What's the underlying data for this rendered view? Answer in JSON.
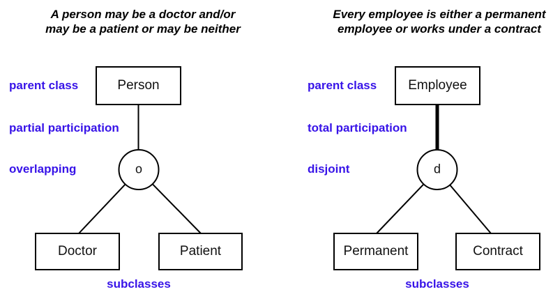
{
  "figure": {
    "background": "#ffffff",
    "accent_color": "#3713e8",
    "line_color": "#000000"
  },
  "diagrams": [
    {
      "caption_line1": "A person may be a doctor and/or",
      "caption_line2": "may be a patient or may be neither",
      "parent_label": "parent class",
      "parent_class": "Person",
      "participation_label": "partial participation",
      "participation_line": "thin",
      "constraint_label": "overlapping",
      "circle_letter": "o",
      "subclasses_label": "subclasses",
      "subclasses": [
        "Doctor",
        "Patient"
      ]
    },
    {
      "caption_line1": "Every employee is either a permanent",
      "caption_line2": "employee or works under a contract",
      "parent_label": "parent class",
      "parent_class": "Employee",
      "participation_label": "total participation",
      "participation_line": "thick",
      "constraint_label": "disjoint",
      "circle_letter": "d",
      "subclasses_label": "subclasses",
      "subclasses": [
        "Permanent",
        "Contract"
      ]
    }
  ]
}
